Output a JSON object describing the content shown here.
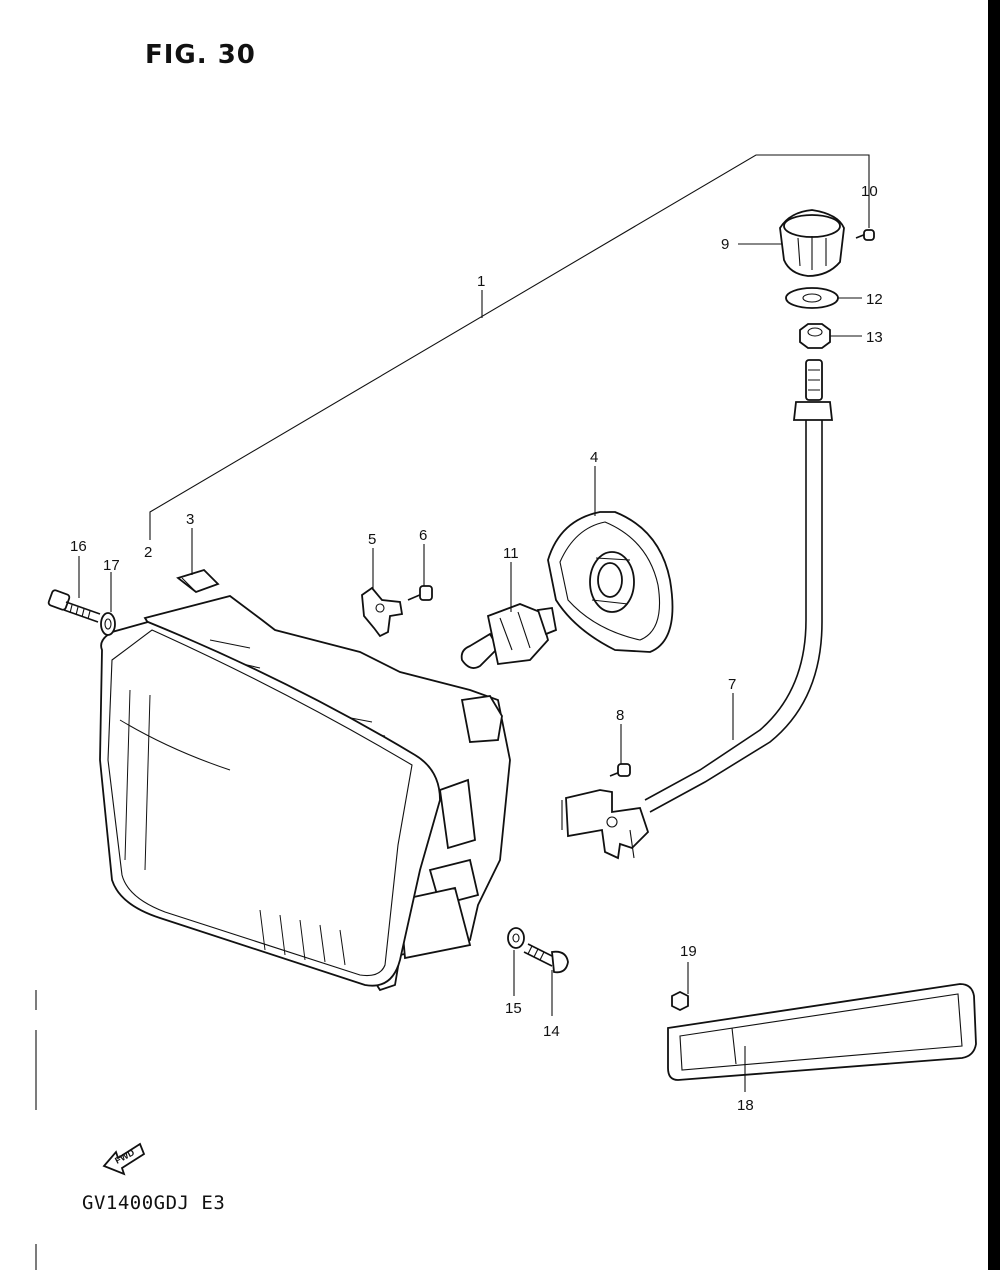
{
  "figure": {
    "title": "FIG. 30",
    "model_code": "GV1400GDJ E3",
    "fwd_label": "FWD"
  },
  "callouts": [
    {
      "id": "1",
      "part": "headlamp-assembly"
    },
    {
      "id": "2",
      "part": "headlamp-unit"
    },
    {
      "id": "3",
      "part": "clip"
    },
    {
      "id": "4",
      "part": "bulb-socket-cover"
    },
    {
      "id": "5",
      "part": "bracket-nut"
    },
    {
      "id": "6",
      "part": "screw"
    },
    {
      "id": "7",
      "part": "adjuster-cable"
    },
    {
      "id": "8",
      "part": "screw"
    },
    {
      "id": "9",
      "part": "adjuster-knob"
    },
    {
      "id": "10",
      "part": "screw"
    },
    {
      "id": "11",
      "part": "bulb"
    },
    {
      "id": "12",
      "part": "washer"
    },
    {
      "id": "13",
      "part": "nut"
    },
    {
      "id": "14",
      "part": "bolt"
    },
    {
      "id": "15",
      "part": "washer"
    },
    {
      "id": "16",
      "part": "bolt"
    },
    {
      "id": "17",
      "part": "washer"
    },
    {
      "id": "18",
      "part": "reflector"
    },
    {
      "id": "19",
      "part": "nut"
    }
  ]
}
